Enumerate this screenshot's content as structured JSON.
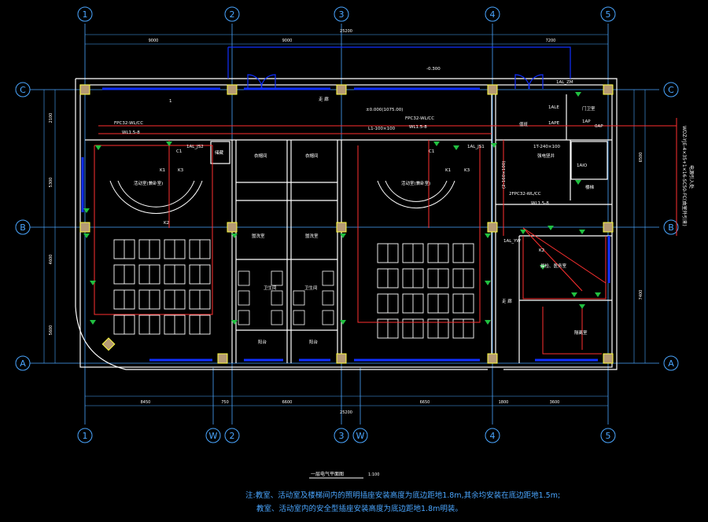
{
  "drawing": {
    "grid_axes_top": [
      "1",
      "2",
      "3",
      "4",
      "5"
    ],
    "grid_axes_bottom": [
      "1",
      "W",
      "2",
      "3",
      "W",
      "4",
      "5"
    ],
    "grid_rows_left": [
      "C",
      "B",
      "A"
    ],
    "grid_rows_right": [
      "C",
      "B",
      "A"
    ],
    "top_dims": [
      "9000",
      "9000",
      "7200"
    ],
    "top_total": "25200",
    "bottom_dims": [
      "8450",
      "750",
      "6600",
      "6650",
      "1800",
      "3600"
    ],
    "bottom_total": "25200",
    "left_dims": [
      "2100",
      "5300",
      "4600",
      "5600"
    ],
    "right_dims": [
      "6500",
      "7400"
    ],
    "elevation": "-0.300",
    "room_labels": {
      "hall_top_left": "走  廊",
      "elev_label": "±0.000(1075.00)",
      "left_panel_label": "FPC32-WL/CC",
      "left_panel_sub": "WL1.5-8",
      "right_panel_label": "FPC32-WL/CC",
      "right_panel_sub": "WL1.5-8",
      "right_corridor": "L1-100×100",
      "ap_left": "1AL_JS2",
      "ap_mid": "1AL_JS1",
      "ap_top_right": "1AL_ZM",
      "ap_right_1": "1ALE",
      "ap_right_2": "1APE",
      "ap_right_3": "1AP",
      "ap_right_4": "0AP",
      "ap_mid_lower": "1AL_YW",
      "door_label": "门卫室",
      "small_room": "值班",
      "switch_room": "1AIO",
      "panel_right_top": "1T-240×100",
      "panel_right_top2": "强电竖井",
      "cable_vert": "(2-160×100)",
      "fire_panel": "2FPC32-WL/CC",
      "fire_panel_sub": "WL1.5-8",
      "left_classroom": "活动室(兼卧室)",
      "right_classroom": "活动室(兼卧室)",
      "storage_1": "衣帽间",
      "storage_2": "衣帽间",
      "store_small": "储藏",
      "toilet_1": "卫生间",
      "toilet_2": "卫生间",
      "wash_1": "盥洗室",
      "wash_2": "盥洗室",
      "balcony_1": "阳台",
      "balcony_2": "阳台",
      "corridor_right": "走  廊",
      "right_room_1": "晨检、医务室",
      "right_room_2": "隔离室",
      "stair_right": "楼梯",
      "switch_k1": "K1",
      "switch_k2": "K2",
      "switch_k3": "K3",
      "switch_c1": "C1"
    },
    "vertical_note": "WDZ-YJE-4×35+1×16-SC50-FC(由室外引来)",
    "vertical_note_2": "电源引入处",
    "title": "一层电气平面图",
    "scale": "1:100",
    "notes": [
      "注:教室、活动室及楼梯间内的照明插座安装高度为底边距地1.8m,其余均安装在底边距地1.5m;",
      "教室、活动室内的安全型插座安装高度为底边距地1.8m明装。"
    ]
  },
  "colors": {
    "background": "#000000",
    "axis_line": "#4aa6ff",
    "wall": "#ffffff",
    "column_fill": "#b59a74",
    "column_outline": "#ffff40",
    "window": "#1030ff",
    "wiring": "#ff3030",
    "fixture": "#20c040",
    "text": "#ffffff",
    "note": "#4aa6ff"
  }
}
